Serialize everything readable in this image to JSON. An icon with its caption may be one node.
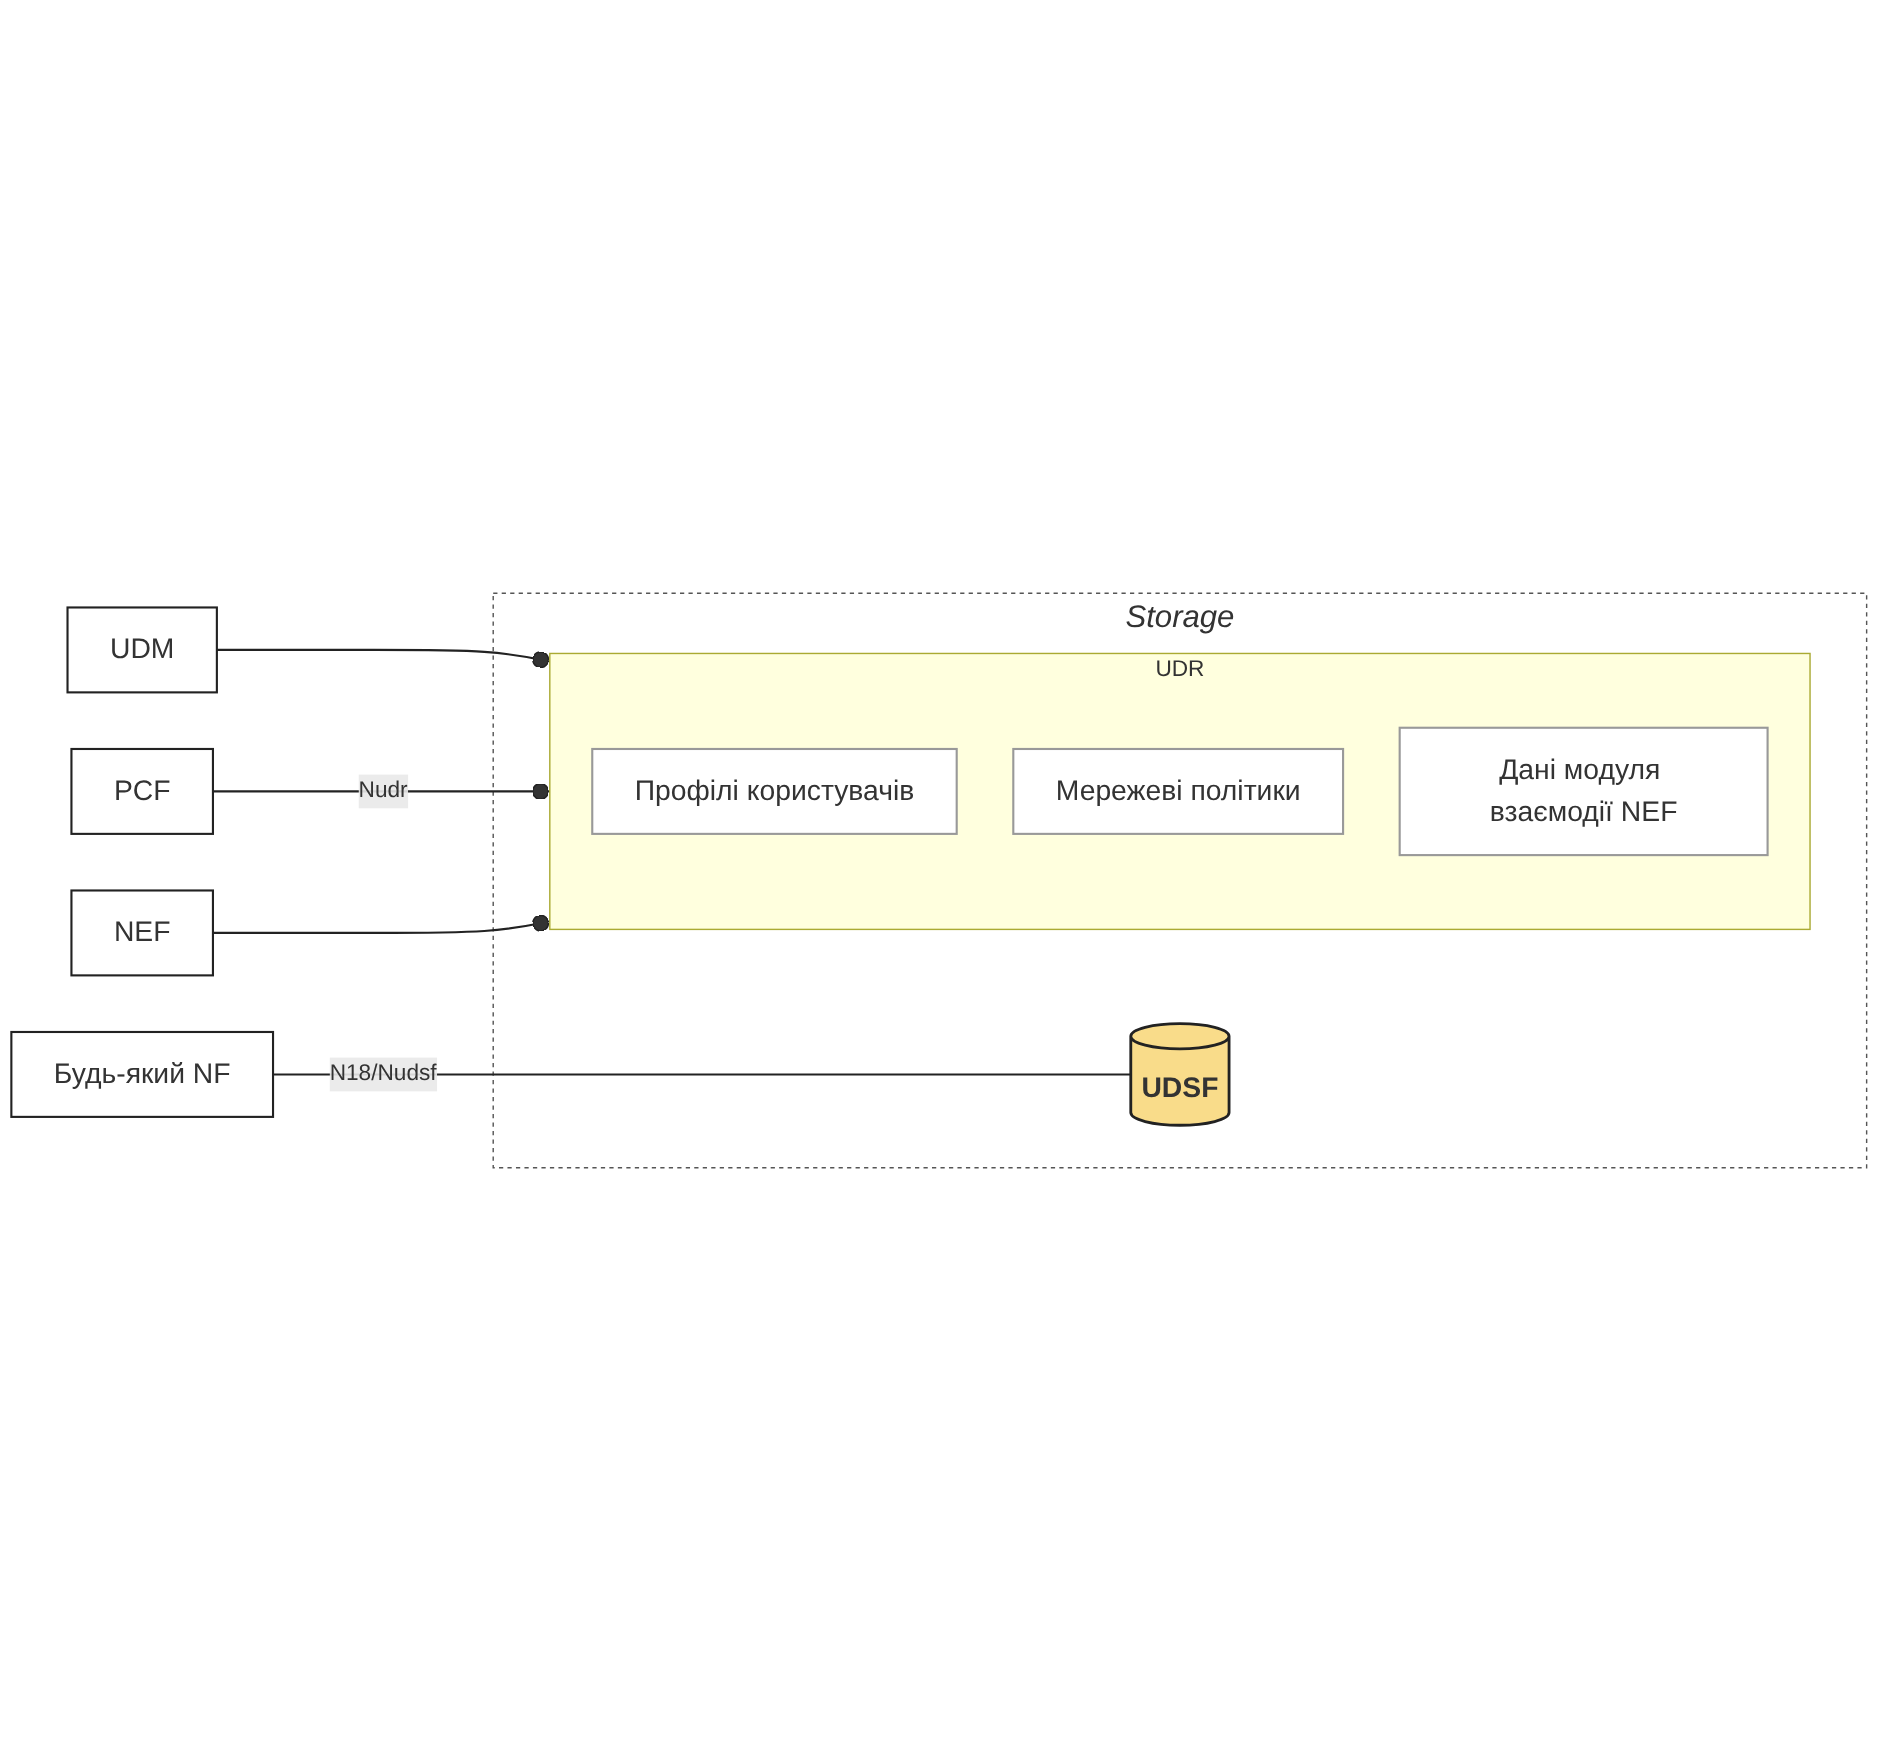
{
  "diagram": {
    "nodes": [
      {
        "text": [
          "Storage"
        ]
      },
      {
        "text": [
          "UDR"
        ],
        "in": 0
      },
      {
        "text": [
          "Профілі користувачів"
        ],
        "in": 1
      },
      {
        "text": [
          "Мережеві політики"
        ],
        "in": 1
      },
      {
        "text": [
          "Дані модуля взаємодії NEF"
        ],
        "in": 1
      },
      {
        "text": [
          "UDSF"
        ],
        "in": 0
      },
      {
        "text": [
          "UDM"
        ]
      },
      {
        "text": [
          "PCF"
        ]
      },
      {
        "text": [
          "NEF"
        ]
      },
      {
        "text": [
          "Будь-який NF"
        ]
      }
    ],
    "edges": [
      {
        "from": 6,
        "to": 1,
        "arrow": "other"
      },
      {
        "from": 7,
        "to": 1,
        "arrow": "other",
        "label": "Nudr"
      },
      {
        "from": 8,
        "to": 1,
        "arrow": "other"
      },
      {
        "from": 9,
        "to": 5,
        "arrow": "none",
        "label": "N18/Nudsf"
      }
    ]
  }
}
